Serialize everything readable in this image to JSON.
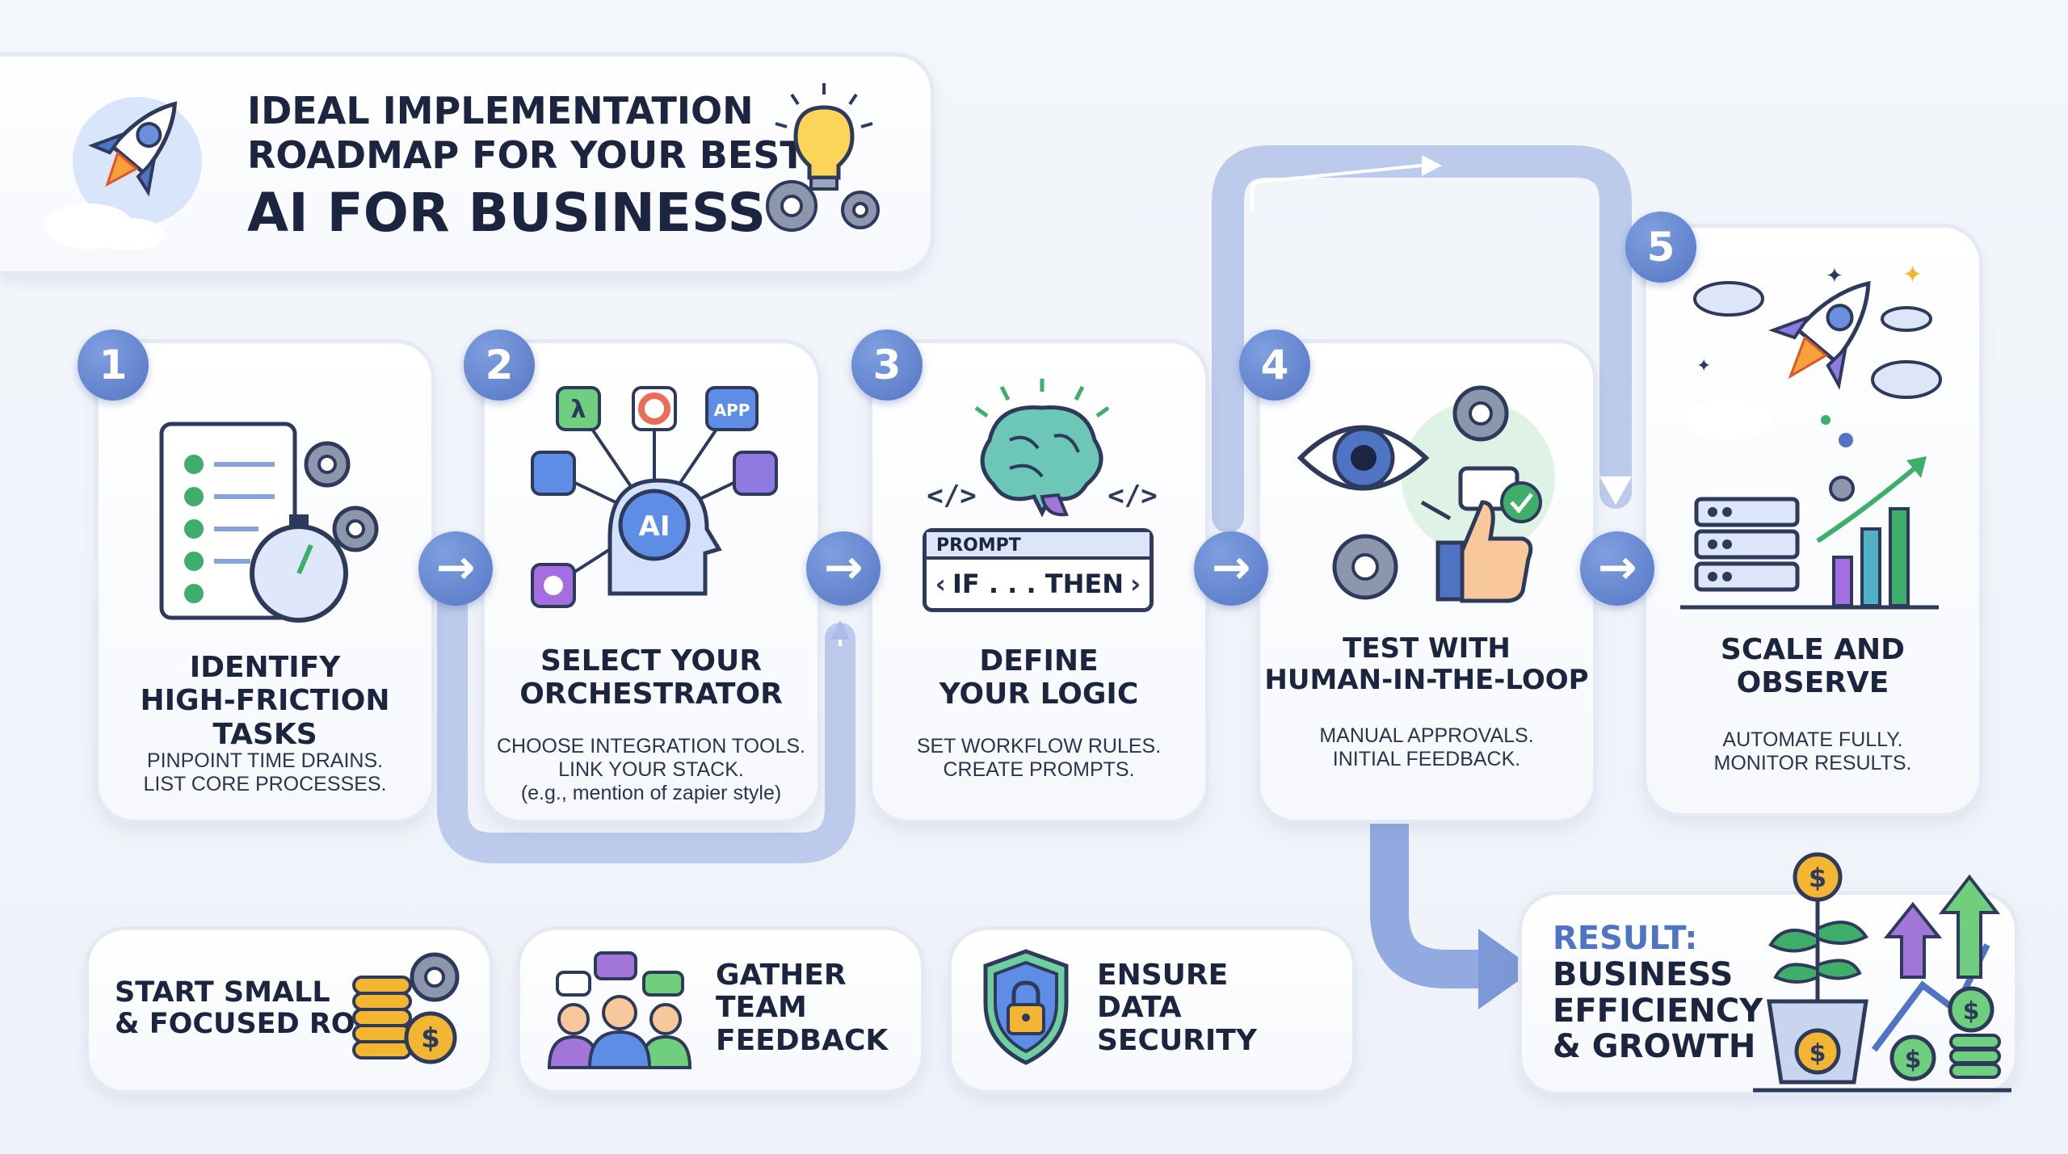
{
  "header": {
    "title_line1": "IDEAL IMPLEMENTATION",
    "title_line2": "ROADMAP FOR YOUR BEST",
    "title_line3": "AI FOR BUSINESS"
  },
  "steps": [
    {
      "number": "1",
      "title": [
        "IDENTIFY",
        "HIGH-FRICTION",
        "TASKS"
      ],
      "desc": [
        "PINPOINT TIME DRAINS.",
        "LIST CORE PROCESSES."
      ]
    },
    {
      "number": "2",
      "title": [
        "SELECT YOUR",
        "ORCHESTRATOR"
      ],
      "desc": [
        "CHOOSE INTEGRATION TOOLS.",
        "LINK YOUR STACK.",
        "(e.g., mention of zapier style)"
      ],
      "app_badge": "APP",
      "ai_badge": "AI"
    },
    {
      "number": "3",
      "title": [
        "DEFINE",
        "YOUR LOGIC"
      ],
      "desc": [
        "SET WORKFLOW RULES.",
        "CREATE PROMPTS."
      ],
      "prompt_label": "PROMPT",
      "prompt_text": "IF . . . THEN"
    },
    {
      "number": "4",
      "title": [
        "TEST WITH",
        "HUMAN-IN-THE-LOOP"
      ],
      "desc": [
        "MANUAL APPROVALS.",
        "INITIAL FEEDBACK."
      ]
    },
    {
      "number": "5",
      "title": [
        "SCALE AND",
        "OBSERVE"
      ],
      "desc": [
        "AUTOMATE FULLY.",
        "MONITOR RESULTS."
      ]
    }
  ],
  "tips": [
    {
      "lines": [
        "START SMALL",
        "& FOCUSED ROI"
      ]
    },
    {
      "lines": [
        "GATHER",
        "TEAM",
        "FEEDBACK"
      ]
    },
    {
      "lines": [
        "ENSURE",
        "DATA",
        "SECURITY"
      ]
    }
  ],
  "result": {
    "label": "RESULT:",
    "lines": [
      "BUSINESS",
      "EFFICIENCY",
      "& GROWTH"
    ]
  },
  "colors": {
    "accent": "#5a7bc8",
    "flow": "#a9bde6",
    "result_label": "#4f74c4",
    "green": "#3fae6a",
    "gold": "#f2b632"
  },
  "icons": [
    "rocket-icon",
    "lightbulb-icon",
    "gear-icon",
    "checklist-icon",
    "stopwatch-icon",
    "ai-head-icon",
    "brain-icon",
    "code-icon",
    "eye-icon",
    "thumbs-up-icon",
    "server-icon",
    "bar-chart-icon",
    "coins-icon",
    "team-chat-icon",
    "shield-lock-icon",
    "money-plant-icon",
    "arrow-right-icon"
  ]
}
